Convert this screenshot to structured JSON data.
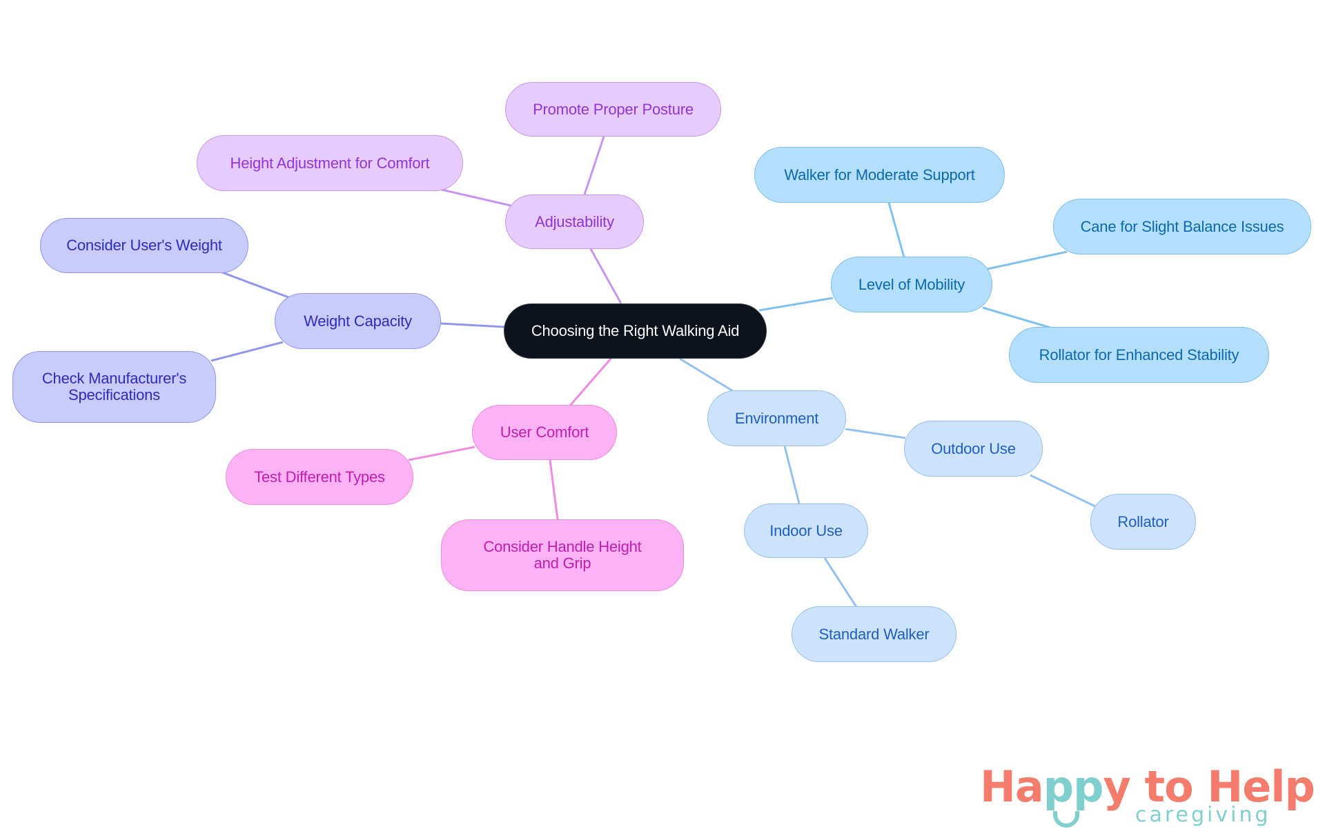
{
  "root": {
    "label": "Choosing the Right Walking Aid"
  },
  "branches": {
    "adjustability": {
      "label": "Adjustability",
      "color": "#C795F0",
      "children": [
        "Promote Proper Posture",
        "Height Adjustment for Comfort"
      ]
    },
    "weight_capacity": {
      "label": "Weight Capacity",
      "color": "#9095EE",
      "children": [
        "Consider User's Weight",
        "Check Manufacturer's Specifications"
      ]
    },
    "user_comfort": {
      "label": "User Comfort",
      "color": "#F08BE0",
      "children": [
        "Test Different Types",
        "Consider Handle Height and Grip"
      ]
    },
    "level_of_mobility": {
      "label": "Level of Mobility",
      "color": "#7EC0EE",
      "children": [
        "Walker for Moderate Support",
        "Cane for Slight Balance Issues",
        "Rollator for Enhanced Stability"
      ]
    },
    "environment": {
      "label": "Environment",
      "color": "#93C0EE",
      "children": [
        "Outdoor Use",
        "Indoor Use"
      ],
      "outdoor_use": {
        "label": "Outdoor Use",
        "children": [
          "Rollator"
        ]
      },
      "indoor_use": {
        "label": "Indoor Use",
        "children": [
          "Standard Walker"
        ]
      }
    }
  },
  "logo": {
    "part1": "Ha",
    "part2": "pp",
    "part3": "y to Help",
    "subtitle": "caregiving"
  }
}
